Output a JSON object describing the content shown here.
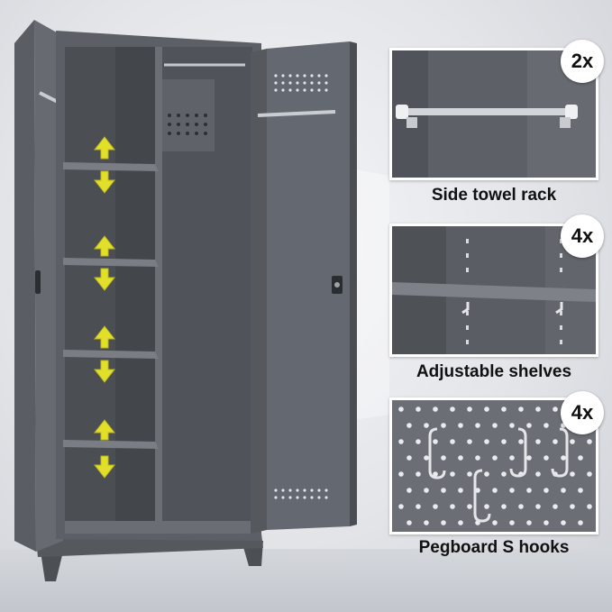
{
  "features": [
    {
      "count": "2x",
      "label": "Side towel rack"
    },
    {
      "count": "4x",
      "label": "Adjustable shelves"
    },
    {
      "count": "4x",
      "label": "Pegboard S hooks"
    }
  ],
  "colors": {
    "cabinet": "#5e6268",
    "cabinet_dark": "#4a4e53",
    "arrow_yellow": "#e6e22a",
    "background": "#e6e8eb"
  },
  "icons": [
    "up-down-arrow-icon"
  ]
}
